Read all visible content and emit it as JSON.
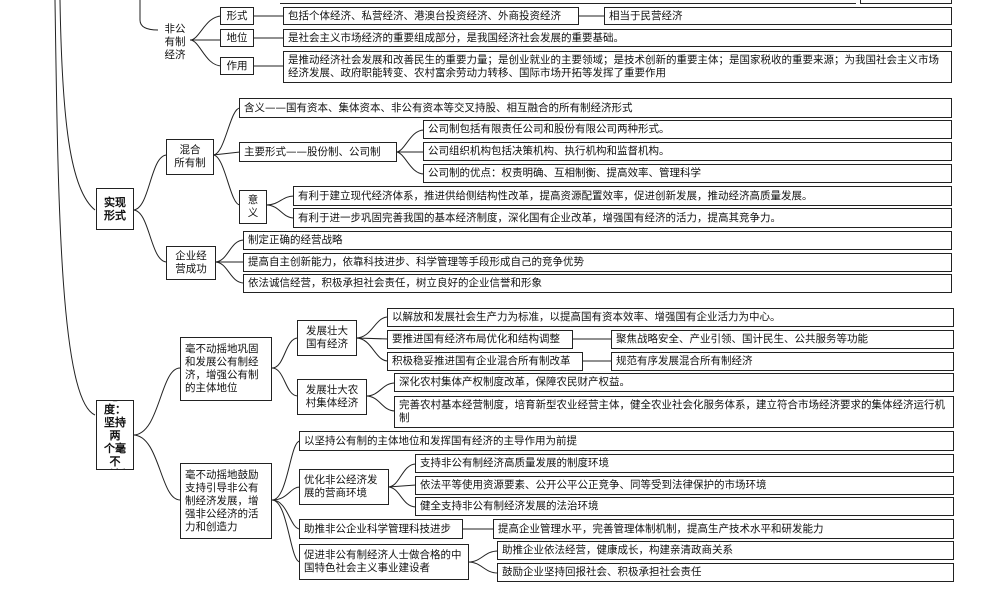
{
  "colors": {
    "line": "#222222",
    "text": "#111111",
    "background": "#ffffff"
  },
  "nongong": {
    "label": "非公\n有制\n经济",
    "xingshi": {
      "label": "形式",
      "text": "包括个体经济、私营经济、港澳台投资经济、外商投资经济",
      "note": "相当于民营经济"
    },
    "diwei": {
      "label": "地位",
      "text": "是社会主义市场经济的重要组成部分，是我国经济社会发展的重要基础。"
    },
    "zuoyong": {
      "label": "作用",
      "text": "是推动经济社会发展和改善民生的重要力量；是创业就业的主要领域；是技术创新的重要主体；是国家税收的重要来源；为我国社会主义市场经济发展、政府职能转变、农村富余劳动力转移、国际市场开拓等发挥了重要作用"
    }
  },
  "shixian": {
    "label": "实现\n形式",
    "hunhe": {
      "label": "混合\n所有制",
      "hanyi": "含义——国有资本、集体资本、非公有资本等交叉持股、相互融合的所有制经济形式",
      "zhuyao": {
        "label": "主要形式——股份制、公司制",
        "items": [
          "公司制包括有限责任公司和股份有限公司两种形式。",
          "公司组织机构包括决策机构、执行机构和监督机构。",
          "公司制的优点：权责明确、互相制衡、提高效率、管理科学"
        ]
      },
      "yiyi": {
        "label": "意\n义",
        "items": [
          "有利于建立现代经济体系，推进供给侧结构性改革，提高资源配置效率，促进创新发展，推动经济高质量发展。",
          "有利于进一步巩固完善我国的基本经济制度，深化国有企业改革，增强国有经济的活力，提高其竞争力。"
        ]
      }
    },
    "qiye": {
      "label": "企业经\n营成功",
      "items": [
        "制定正确的经营战略",
        "提高自主创新能力，依靠科技进步、科学管理等手段形成自己的竞争优势",
        "依法诚信经营，积极承担社会责任，树立良好的企业信誉和形象"
      ]
    }
  },
  "taidu": {
    "label": "态度：\n坚持两\n个毫不\n动摇",
    "gonggu": {
      "label": "毫不动摇地巩固和发展公有制经济，增强公有制的主体地位",
      "guoyou": {
        "label": "发展壮大\n国有经济",
        "items": [
          {
            "text": "以解放和发展社会生产力为标准，以提高国有资本效率、增强国有企业活力为中心。"
          },
          {
            "text": "要推进国有经济布局优化和结构调整",
            "note": "聚焦战略安全、产业引领、国计民生、公共服务等功能"
          },
          {
            "text": "积极稳妥推进国有企业混合所有制改革",
            "note": "规范有序发展混合所有制经济"
          }
        ]
      },
      "nongcun": {
        "label": "发展壮大农\n村集体经济",
        "items": [
          "深化农村集体产权制度改革，保障农民财产权益。",
          "完善农村基本经营制度，培育新型农业经营主体，健全农业社会化服务体系，建立符合市场经济要求的集体经济运行机制"
        ]
      }
    },
    "guli": {
      "label": "毫不动摇地鼓励支持引导非公有制经济发展，增强非公经济的活力和创造力",
      "qianti": "以坚持公有制的主体地位和发挥国有经济的主导作用为前提",
      "youhua": {
        "label": "优化非公经济发\n展的营商环境",
        "items": [
          "支持非公有制经济高质量发展的制度环境",
          "依法平等使用资源要素、公开公平公正竞争、同等受到法律保护的市场环境",
          "健全支持非公有制经济发展的法治环境"
        ]
      },
      "zhutui": {
        "label": "助推非公企业科学管理科技进步",
        "text": "提高企业管理水平，完善管理体制机制，提高生产技术水平和研发能力"
      },
      "cujin": {
        "label": "促进非公有制经济人士做合格的中国特色社会主义事业建设者",
        "items": [
          "助推企业依法经营，健康成长，构建亲清政商关系",
          "鼓励企业坚持回报社会、积极承担社会责任"
        ]
      }
    }
  }
}
